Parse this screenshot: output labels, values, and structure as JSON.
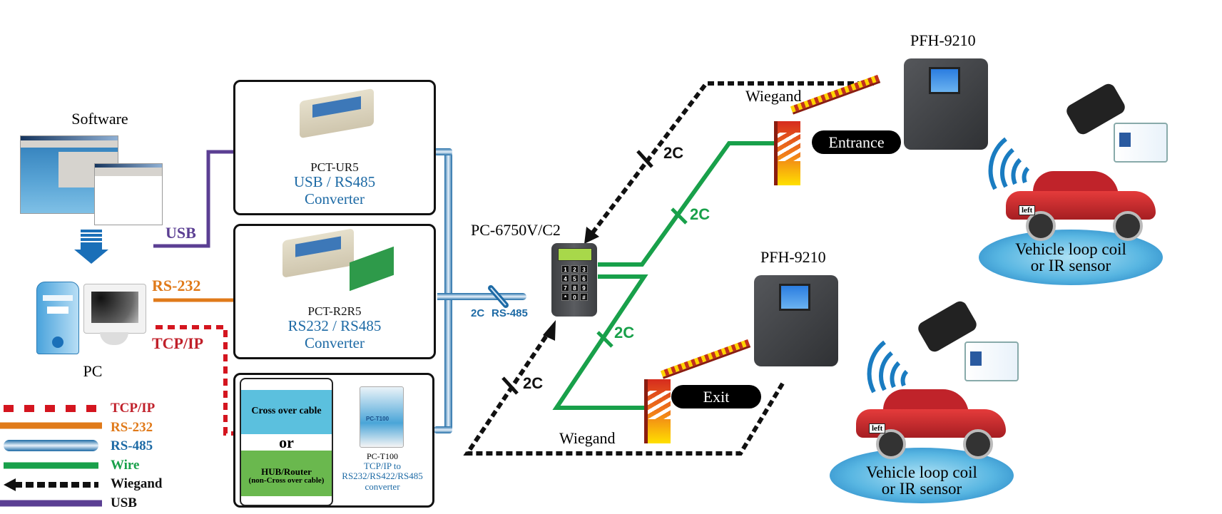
{
  "software": {
    "label": "Software"
  },
  "pc": {
    "label": "PC"
  },
  "links": {
    "usb": "USB",
    "rs232": "RS-232",
    "tcpip": "TCP/IP",
    "rs485_count": "2C",
    "rs485": "RS-485",
    "wiegand_entrance_count": "2C",
    "wire_entrance_count": "2C",
    "wire_exit_count": "2C",
    "wiegand_exit_count": "2C",
    "wiegand_top": "Wiegand",
    "wiegand_bottom": "Wiegand"
  },
  "converters": [
    {
      "model": "PCT-UR5",
      "line1": "USB / RS485",
      "line2": "Converter"
    },
    {
      "model": "PCT-R2R5",
      "line1": "RS232 / RS485",
      "line2": "Converter"
    }
  ],
  "tcp_box": {
    "cross_cable": "Cross over cable",
    "or": "or",
    "hub_line1": "HUB/Router",
    "hub_line2": "(non-Cross over cable)",
    "device_label": "PC-T100",
    "model": "PC-T100",
    "desc_line1": "TCP/IP  to",
    "desc_line2": "RS232/RS422/RS485",
    "desc_line3": "converter"
  },
  "controller": {
    "model": "PC-6750V/C2",
    "keys": [
      "1",
      "2",
      "3",
      "4",
      "5",
      "6",
      "7",
      "8",
      "9",
      "*",
      "0",
      "#"
    ]
  },
  "entrance": {
    "reader_model": "PFH-9210",
    "label": "Entrance",
    "sensor_line1": "Vehicle loop coil",
    "sensor_line2": "or IR sensor",
    "plate": "left"
  },
  "exit": {
    "reader_model": "PFH-9210",
    "label": "Exit",
    "sensor_line1": "Vehicle loop coil",
    "sensor_line2": "or IR sensor",
    "plate": "left"
  },
  "legend": [
    {
      "label": "TCP/IP",
      "color": "#c0202a",
      "style": "red-dashed"
    },
    {
      "label": "RS-232",
      "color": "#e07a1a",
      "style": "orange-solid"
    },
    {
      "label": "RS-485",
      "color": "#1d6aa5",
      "style": "blue-tube"
    },
    {
      "label": "Wire",
      "color": "#18a04a",
      "style": "green-solid"
    },
    {
      "label": "Wiegand",
      "color": "#111111",
      "style": "black-dashed-arrow"
    },
    {
      "label": "USB",
      "color": "#5b3f93",
      "style": "purple-solid"
    }
  ],
  "colors": {
    "usb": "#5b3f93",
    "rs232": "#e07a1a",
    "tcpip": "#d4151f",
    "rs485": "#1d6aa5",
    "wire": "#18a04a",
    "wiegand": "#111111"
  }
}
